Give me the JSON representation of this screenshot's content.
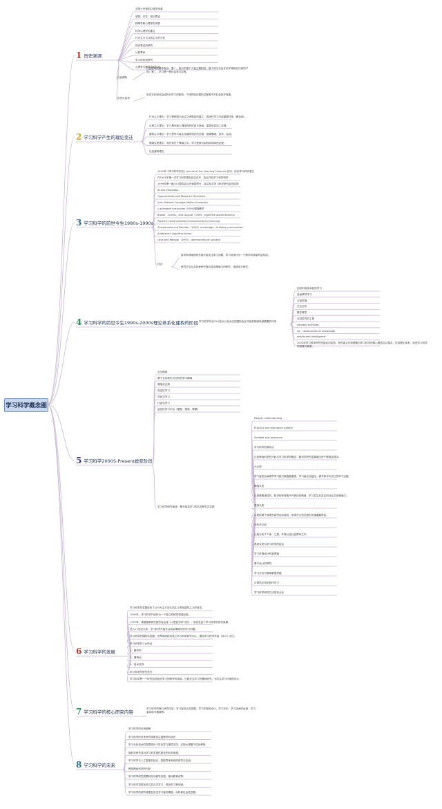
{
  "root": {
    "label": "学习科学概念图"
  },
  "colors": {
    "line": "#c9b7d4",
    "n1": "#c0392b",
    "n2": "#d4a017",
    "n3": "#2a6f97",
    "n4": "#2e8b57",
    "n5": "#3b3b8f",
    "n6": "#c0392b",
    "n7": "#2e8b57",
    "n8": "#2a6f97"
  },
  "branches": [
    {
      "num": "1",
      "label": "历史渊源"
    },
    {
      "num": "2",
      "label": "学习科学产生的理论变迁"
    },
    {
      "num": "3",
      "label": "学习科学的前世今生1980s-1990s"
    },
    {
      "num": "4",
      "label": "学习科学的前世今生1990s-2000s理论体系化建构的阶段"
    },
    {
      "num": "5",
      "label": "学习科学2000S-Present蜕变阶段"
    },
    {
      "num": "6",
      "label": "学习科学的发展"
    },
    {
      "num": "7",
      "label": "学习科学的核心研究内容"
    },
    {
      "num": "8",
      "label": "学习科学的未来"
    }
  ],
  "b1": {
    "items": [
      "亚里士多德的心理学来源",
      "感知、记忆、知识表征",
      "精神学和心理学的关联",
      "科学心理学的建立",
      "行为主义与认知主义的分化",
      "知识表征的研究",
      "认知革命",
      "学习的系统研究",
      "心理学与教育学的结合"
    ],
    "social": {
      "label": "社会建构",
      "text": "社会建构的基本观点：第一，知识不是个人独立建构的，是个体与社会文化环境相互作用的产物；第二，学习是一种社会参与过程。"
    },
    "history": {
      "label": "历史社会学",
      "text": "历史文化和社会结构对学习的影响，个体的知识建构过程离不开社会历史背景。"
    }
  },
  "b2": {
    "items": [
      "行为主义理论：学习是刺激与反应之间联结的建立，强化在学习中起重要作用（斯金纳）。",
      "认知主义理论：学习是内部心理结构的形成与改组，重视信息加工过程。",
      "建构主义理论：学习是学习者主动建构知识的过程，强调情境、协作、会话。",
      "情境认知理论：知识存在于情境之中，学习是参与实践共同体的过程。",
      "社会建构理论"
    ]
  },
  "b3": {
    "items": [
      "1991年《学习科学杂志》Journal of the Learning Sciences 创刊，标志学习科学诞生",
      "在1991年第一次学习科学国际会议召开，会议开启学习科学研究",
      "1999年第一届ICLS国际会议在美国举行，会议标志学习科学研究走向成熟",
      "AI and Education",
      "Opportunities and Research Directions",
      "from Mitchell Carnegie Mellon University",
      "c.anchored instruction (1990)情境教学",
      "Brown，Collins，and Duguid（1989）cognitive apprenticeship",
      "Papert's constructionist environments for learning",
      "Scardamalia and Bereiter（1994）knowledge - building communities",
      "Anderson's cognitive tutors",
      "Lave and Wenger（1991）communities of practice"
    ],
    "feature": {
      "label": "特点",
      "items": [
        "各学科领域的研究者开始关注学习问题，学习科学作为一个跨学科领域开始形成。",
        "研究方法从实验室研究转向真实情境中的研究，强调设计研究。"
      ]
    }
  },
  "b4": {
    "hub": "学习科学杂志ICLS会议以及对应的国际会议开始发挥越来越重要的作用",
    "items": [
      "如何利用技术促进学习",
      "自我调节学习",
      "认知发展",
      "交互分析",
      "概念转变",
      "支持探究的工具",
      "situated activities",
      "co - construction of knowledge",
      "distributed intelligence",
      "2002年学习科学研究开始走向成熟，研究者认识到需要对学习科学的核心概念加以整合，形成理论体系，促进学习科学的发展与繁荣。"
    ]
  },
  "b5": {
    "items": [
      "交互情境",
      "基于互动和行为分析的学习情境",
      "情境化支架",
      "真实性学习",
      "项目式学习",
      "社会化学习",
      "适应性学习平台（模型、框架、策略）"
    ],
    "mid": "学习科学研究演进：基于脑及学习的认知研究并实践",
    "sub": [
      "Deeper understanding",
      "Practice and discussion pattern",
      "Scaffold and sequence",
      "学习科学的新特点",
      "认知神经科学的兴起与学习科学的融合，脑科学研究成果被应用于教育实践中。",
      "元认知",
      "学习者的自我调节学习能力被高度重视，学习者主动监控、调节和评价自己的学习过程。",
      "情境认知",
      "认知是情境性的，知识的获得离不开具体的情境，学习发生在真实的社会文化情境中。",
      "具身认知",
      "认知依赖于身体的感觉运动经验，身体在认知过程中扮演重要角色。",
      "分布式认知",
      "认知分布于个体、工具、环境以及社会群体之中。",
      "具身认知与学习科学的结合",
      "学习环境设计的新思路",
      "基于设计的研究",
      "学习分析与教育数据挖掘",
      "计算机支持的协作学习",
      "学习科学研究方法的多元化"
    ]
  },
  "b6": {
    "items": [
      "学习科学的发展经历了从行为主义到认知主义再到建构主义的转变。",
      "1990年，学习科学开始作为一个独立的研究领域出现。",
      "1997年，美国国家研究委员会出版《人是如何学习的》，系统总结了学习科学的研究成果。",
      "进入21世纪以来，学习科学开始关注真实情境中的学习问题。",
      "学习科学的国际化发展：世界各地纷纷成立学习科学研究中心，国际学习科学学会（ISLS）成立。",
      "学习科学的三大特征",
      "1、跨学科",
      "2、情境化",
      "3、技术支持",
      "学习科学的研究范式",
      "学习科学是一个研究如何促进学习的跨学科领域，它既关注学习的基础研究，也关注学习环境的设计。"
    ]
  },
  "b7": {
    "text": "学习科学的核心研究内容：学习者的认知发展、学习环境的设计、学习评价、学习技术的运用、学习者动机与情感等。"
  },
  "b8": {
    "items": [
      "学习科学的未来趋势",
      "学习科学的未来研究将更加注重跨学科合作",
      "学习分析技术的发展将为个性化学习提供支持，实现大规模个性化教育。",
      "脑科学研究将为学习科学提供更多的科学依据。",
      "学习科学与人工智能的结合，智能导师系统的研究与应用。",
      "教育神经科学的兴起",
      "学习科学研究成果转化为教学实践，推动教育改革。",
      "学习科学将更加关注非正式学习、终身学习等领域。",
      "学习科学的研究将更加关注学习者的情感、动机和社会性发展。"
    ]
  }
}
